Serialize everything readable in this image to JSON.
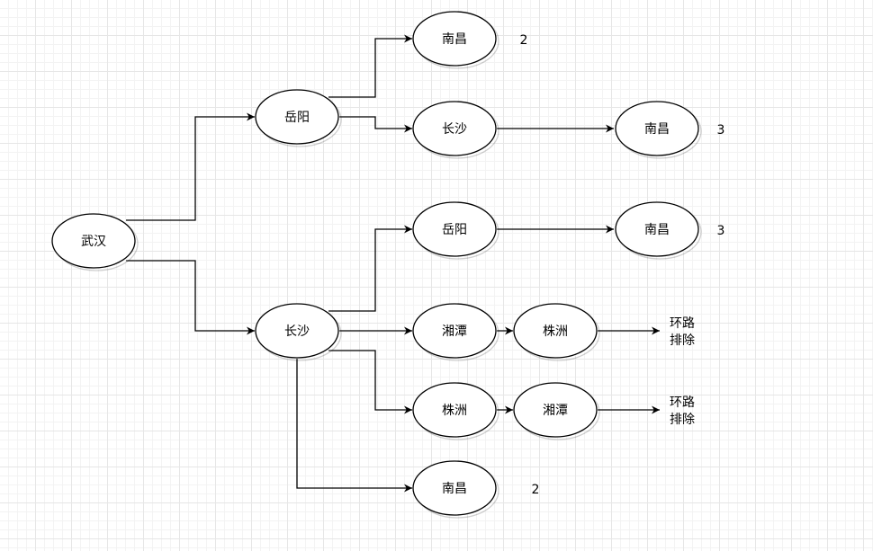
{
  "nodes": {
    "wuhan": "武汉",
    "yueyang_1": "岳阳",
    "changsha_1": "长沙",
    "nanchang_a": "南昌",
    "changsha_a": "长沙",
    "nanchang_b": "南昌",
    "yueyang_b": "岳阳",
    "nanchang_c": "南昌",
    "xiangtan_a": "湘潭",
    "zhuzhou_a": "株洲",
    "zhuzhou_b": "株洲",
    "xiangtan_b": "湘潭",
    "nanchang_d": "南昌"
  },
  "annotations": {
    "count_a": "2",
    "count_b": "3",
    "count_c": "3",
    "count_d": "2",
    "loop_a_line1": "环路",
    "loop_a_line2": "排除",
    "loop_b_line1": "环路",
    "loop_b_line2": "排除"
  },
  "colors": {
    "stroke": "#000000",
    "fill": "#ffffff",
    "grid": "#e6e6e6"
  }
}
